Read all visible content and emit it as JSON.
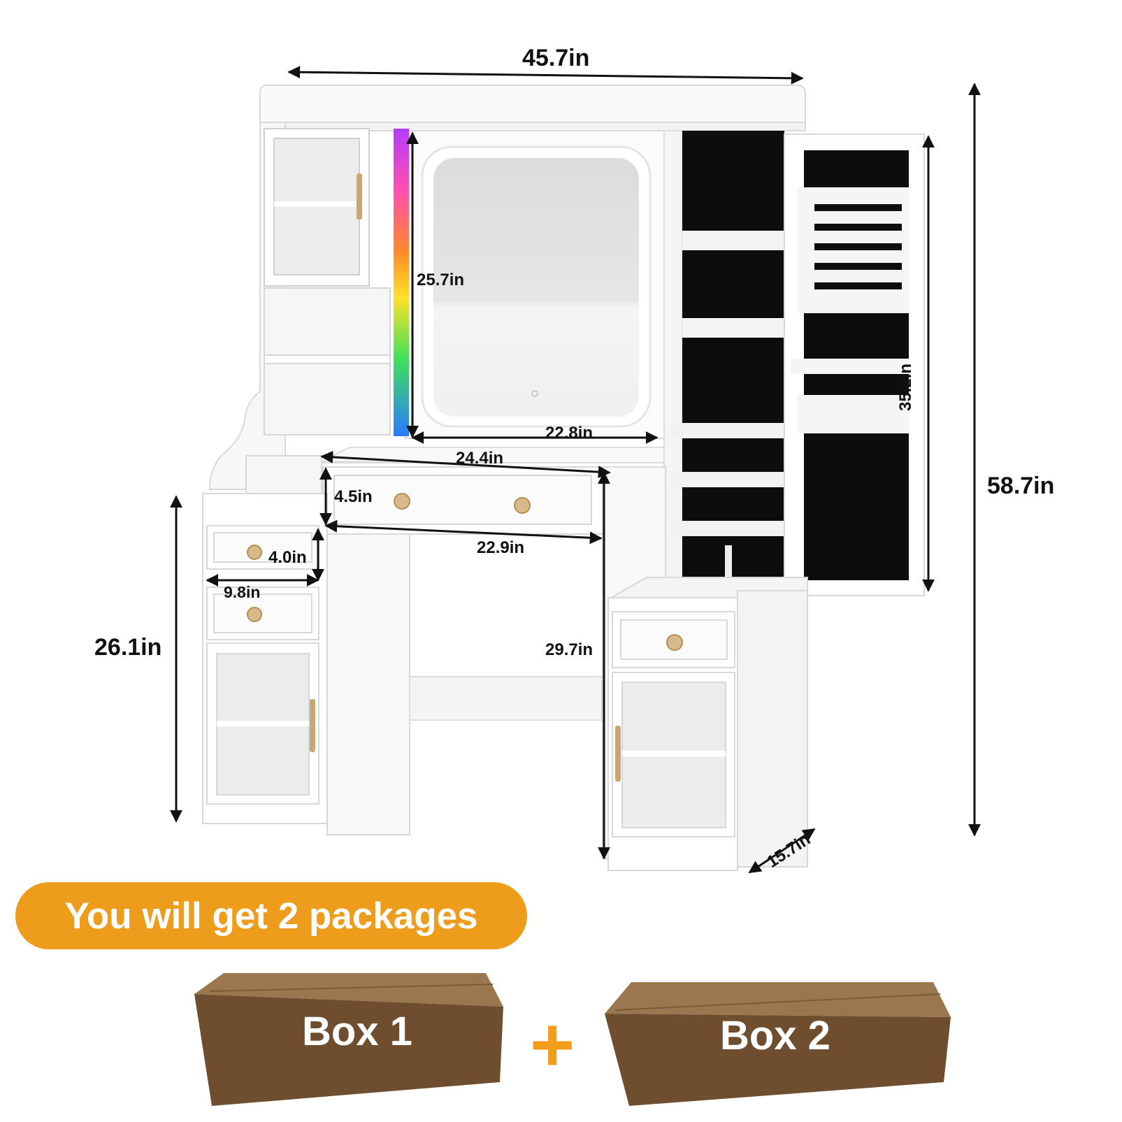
{
  "dimensions": {
    "total_width": "45.7in",
    "mirror_height": "25.7in",
    "mirror_width": "22.8in",
    "desk_width": "24.4in",
    "center_drawer_height": "4.5in",
    "center_drawer_width": "22.9in",
    "small_drawer_height": "4.0in",
    "small_drawer_width": "9.8in",
    "left_cabinet_height": "26.1in",
    "desk_height": "29.7in",
    "jewelry_cabinet_height": "35.2in",
    "total_height": "58.7in",
    "depth": "15.7in"
  },
  "packages": {
    "banner": "You will get 2 packages",
    "box1": "Box 1",
    "box2": "Box 2",
    "plus": "+"
  },
  "colors": {
    "banner": "#ee9c1c",
    "box_front": "#6f4e2f",
    "box_top": "#93714c",
    "furniture": "#ffffff",
    "jewelry_panel": "#0d0d0d"
  }
}
